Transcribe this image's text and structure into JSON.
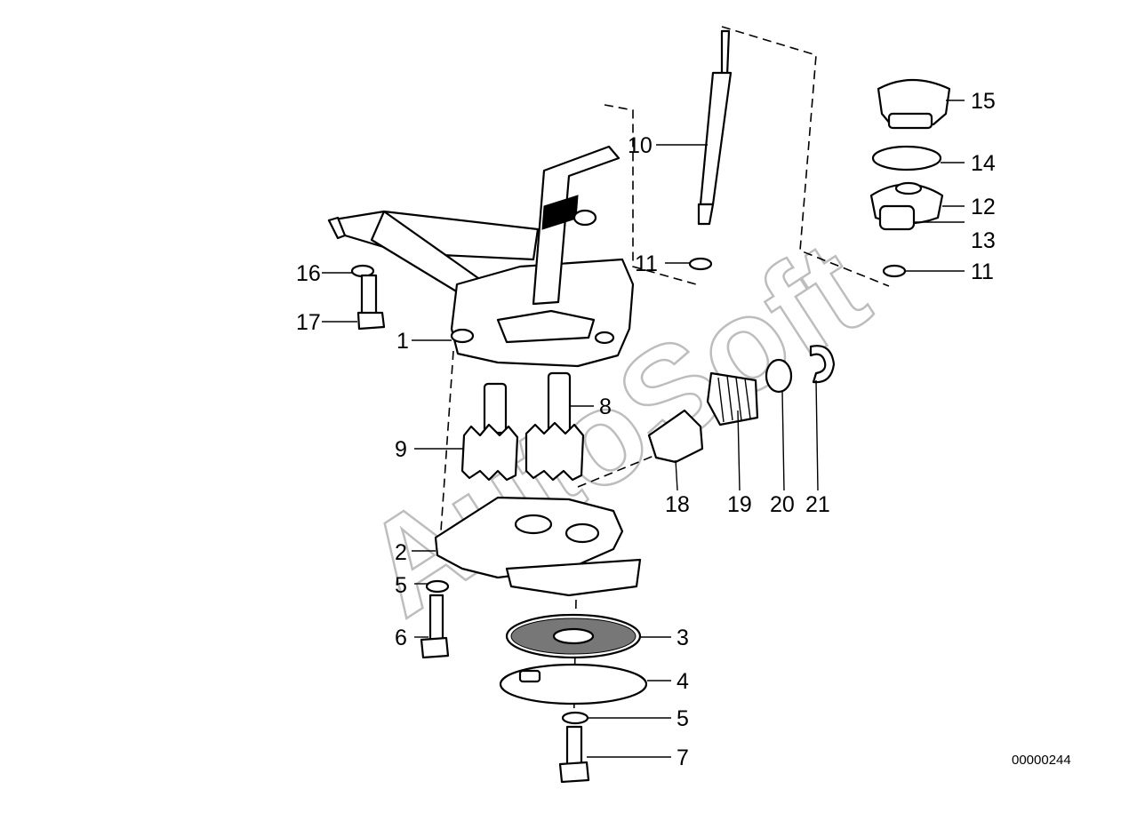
{
  "diagram": {
    "watermark": "AutoSoft",
    "drawing_code": "00000244",
    "callouts": [
      {
        "id": "1",
        "text": "1"
      },
      {
        "id": "2",
        "text": "2"
      },
      {
        "id": "3",
        "text": "3"
      },
      {
        "id": "4",
        "text": "4"
      },
      {
        "id": "5a",
        "text": "5"
      },
      {
        "id": "5b",
        "text": "5"
      },
      {
        "id": "6",
        "text": "6"
      },
      {
        "id": "7",
        "text": "7"
      },
      {
        "id": "8",
        "text": "8"
      },
      {
        "id": "9",
        "text": "9"
      },
      {
        "id": "10",
        "text": "10"
      },
      {
        "id": "11a",
        "text": "11"
      },
      {
        "id": "11b",
        "text": "11"
      },
      {
        "id": "12",
        "text": "12"
      },
      {
        "id": "13",
        "text": "13"
      },
      {
        "id": "14",
        "text": "14"
      },
      {
        "id": "15",
        "text": "15"
      },
      {
        "id": "16",
        "text": "16"
      },
      {
        "id": "17",
        "text": "17"
      },
      {
        "id": "18",
        "text": "18"
      },
      {
        "id": "19",
        "text": "19"
      },
      {
        "id": "20",
        "text": "20"
      },
      {
        "id": "21",
        "text": "21"
      }
    ]
  }
}
